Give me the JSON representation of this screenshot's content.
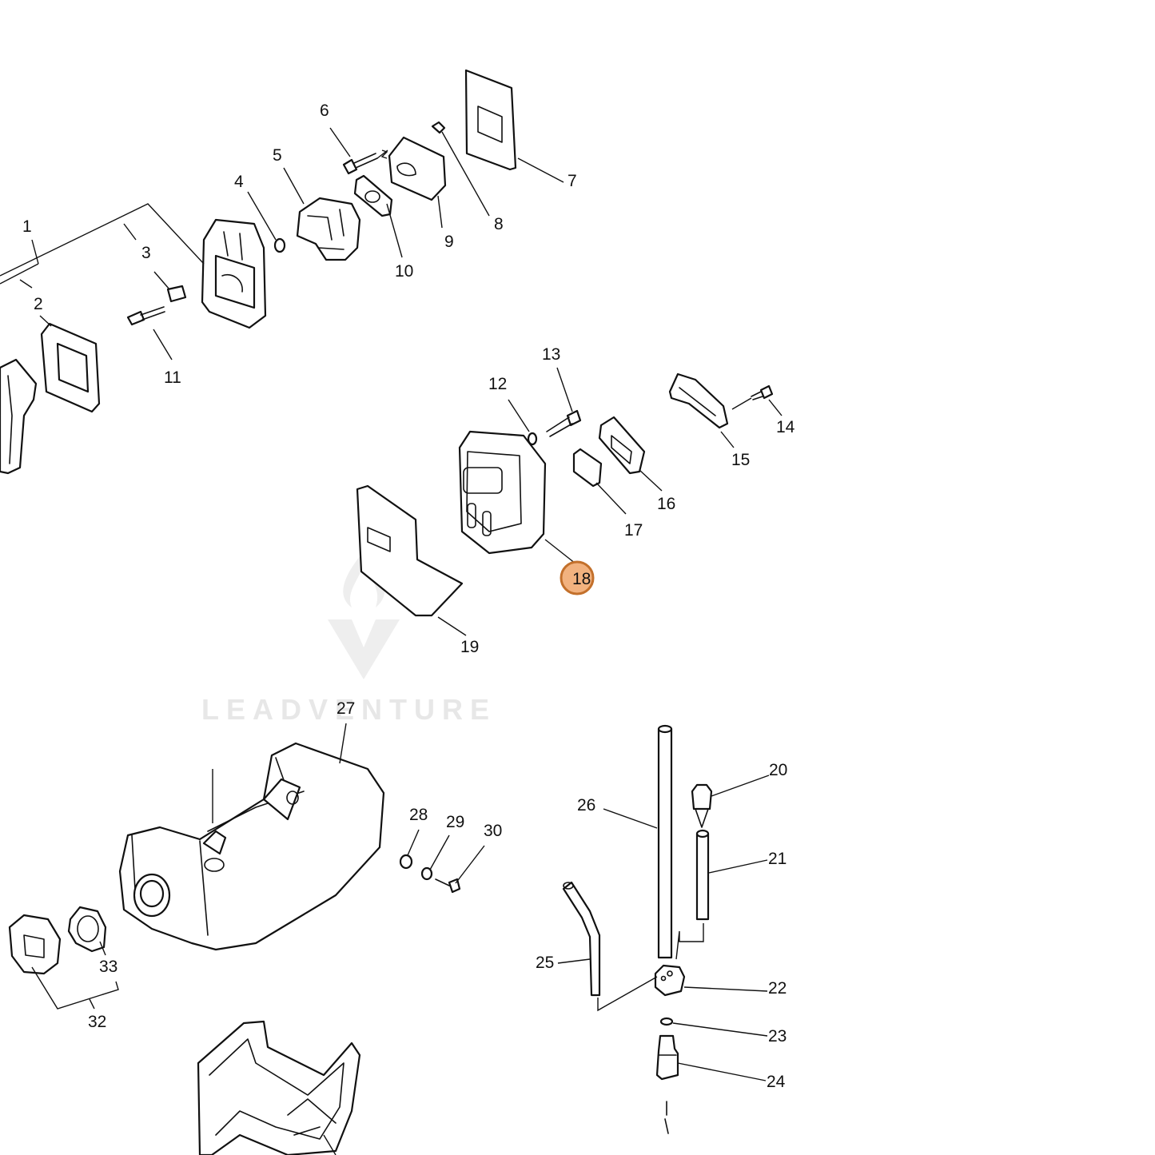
{
  "watermark": {
    "text": "LEADVENTURE"
  },
  "highlight": {
    "part": "18",
    "color": "#f2b27f",
    "border": "#c3702b"
  },
  "callouts": [
    "1",
    "2",
    "3",
    "4",
    "5",
    "6",
    "7",
    "8",
    "9",
    "10",
    "11",
    "12",
    "13",
    "14",
    "15",
    "16",
    "17",
    "18",
    "19",
    "20",
    "21",
    "22",
    "23",
    "24",
    "25",
    "26",
    "27",
    "28",
    "29",
    "30",
    "32",
    "33"
  ]
}
